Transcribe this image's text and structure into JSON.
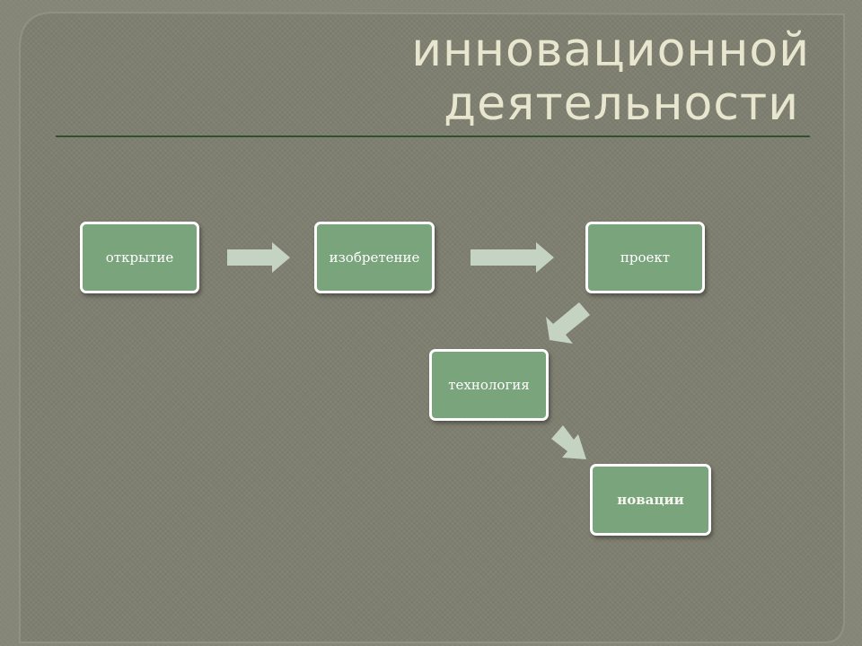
{
  "slide": {
    "title_lines": [
      "инновационной",
      "деятельности"
    ],
    "colors": {
      "background": "#7e7f70",
      "node_fill": "#7aa57c",
      "node_border": "#ffffff",
      "arrow_fill": "#c5d4c2",
      "title_text": "#e9e6cf",
      "rule": "#2f5130"
    }
  },
  "diagram": {
    "nodes": [
      {
        "id": "n1",
        "label": "открытие"
      },
      {
        "id": "n2",
        "label": "изобретение"
      },
      {
        "id": "n3",
        "label": "проект"
      },
      {
        "id": "n4",
        "label": "технология"
      },
      {
        "id": "n5",
        "label": "новации"
      }
    ],
    "edges": [
      {
        "from": "n1",
        "to": "n2"
      },
      {
        "from": "n2",
        "to": "n3"
      },
      {
        "from": "n3",
        "to": "n4"
      },
      {
        "from": "n4",
        "to": "n5"
      }
    ]
  }
}
